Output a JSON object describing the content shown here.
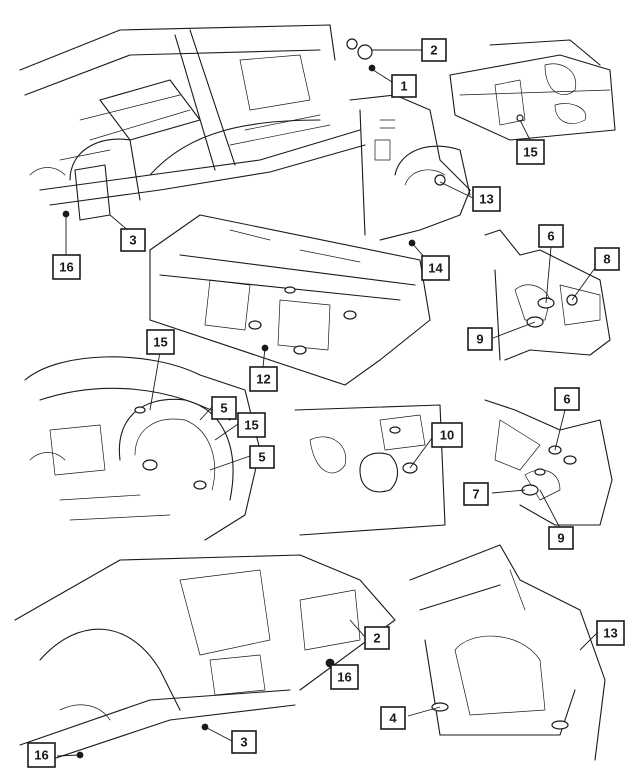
{
  "callouts": {
    "c1": "1",
    "c2a": "2",
    "c2b": "2",
    "c3a": "3",
    "c3b": "3",
    "c4": "4",
    "c5a": "5",
    "c5b": "5",
    "c6a": "6",
    "c6b": "6",
    "c7": "7",
    "c8": "8",
    "c9a": "9",
    "c9b": "9",
    "c10": "10",
    "c12": "12",
    "c13a": "13",
    "c13b": "13",
    "c14": "14",
    "c15a": "15",
    "c15b": "15",
    "c15c": "15",
    "c16a": "16",
    "c16b": "16",
    "c16c": "16"
  },
  "colors": {
    "ink": "#1a1a1a",
    "paper": "#ffffff"
  }
}
